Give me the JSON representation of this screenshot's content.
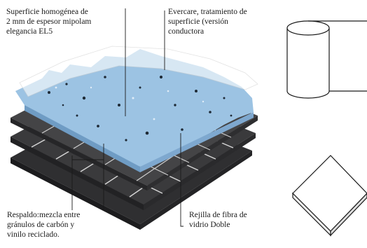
{
  "labels": {
    "top_left": [
      "Superficie homogénea de",
      "2 mm de espesor mipolam",
      "elegancia EL5"
    ],
    "top_right": [
      "Evercare, tratamiento de",
      "superficie (versión",
      "conductora"
    ],
    "bottom_left": [
      "Respaldo:mezcla entre",
      "gránulos de carbón y",
      "vinilo reciclado."
    ],
    "bottom_right": [
      "Rejilla de fibra de",
      "vidrio Doble"
    ]
  },
  "icons": [
    "roll-icon",
    "tile-icon"
  ],
  "colors": {
    "top_layer": "#9cc3e3",
    "dark_layers": "#3b3b3d",
    "grid": "#e8e8e8"
  }
}
